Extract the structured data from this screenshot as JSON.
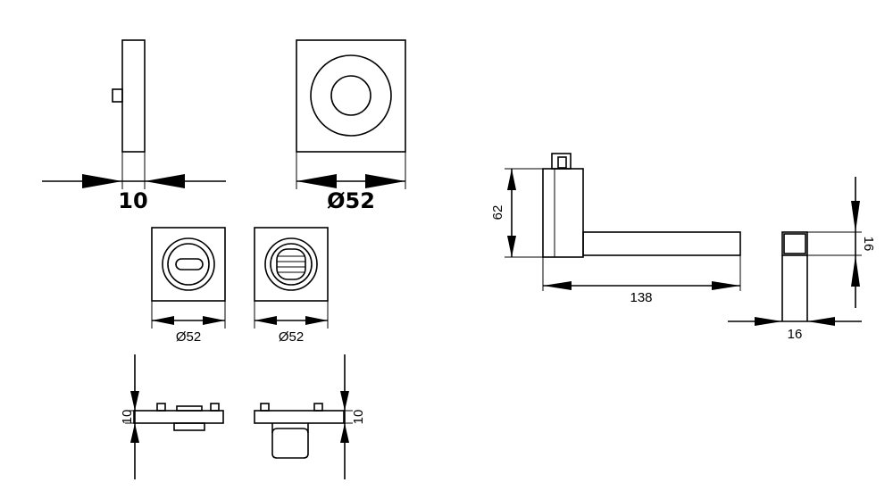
{
  "dimensions": {
    "rose_depth": "10",
    "rose_diameter": "Ø52",
    "thumbturn_diameter": "Ø52",
    "indicator_diameter": "Ø52",
    "turn_depth_left": "10",
    "turn_depth_right": "10",
    "lever_height": "62",
    "lever_length": "138",
    "lever_section_height": "16",
    "lever_section_width": "16"
  }
}
